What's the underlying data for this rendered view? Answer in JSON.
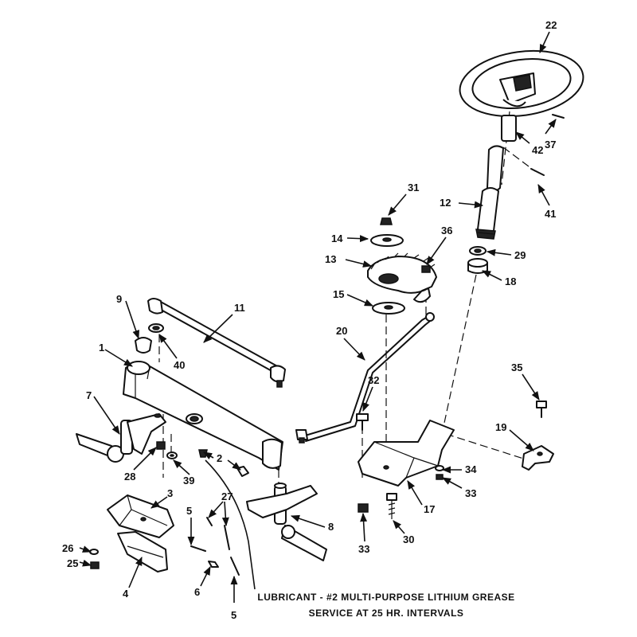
{
  "callouts": {
    "c1": "1",
    "c2": "2",
    "c3": "3",
    "c4": "4",
    "c5a": "5",
    "c5b": "5",
    "c6": "6",
    "c7": "7",
    "c8": "8",
    "c9": "9",
    "c11": "11",
    "c12": "12",
    "c13": "13",
    "c14": "14",
    "c15": "15",
    "c17": "17",
    "c18": "18",
    "c19": "19",
    "c20": "20",
    "c22": "22",
    "c25": "25",
    "c26": "26",
    "c27": "27",
    "c28": "28",
    "c29": "29",
    "c30": "30",
    "c31": "31",
    "c32": "32",
    "c33a": "33",
    "c33b": "33",
    "c34": "34",
    "c35": "35",
    "c36": "36",
    "c37": "37",
    "c39": "39",
    "c40": "40",
    "c41": "41",
    "c42": "42"
  },
  "note": {
    "line1": "LUBRICANT - #2 MULTI-PURPOSE LITHIUM GREASE",
    "line2": "SERVICE AT 25 HR. INTERVALS"
  }
}
